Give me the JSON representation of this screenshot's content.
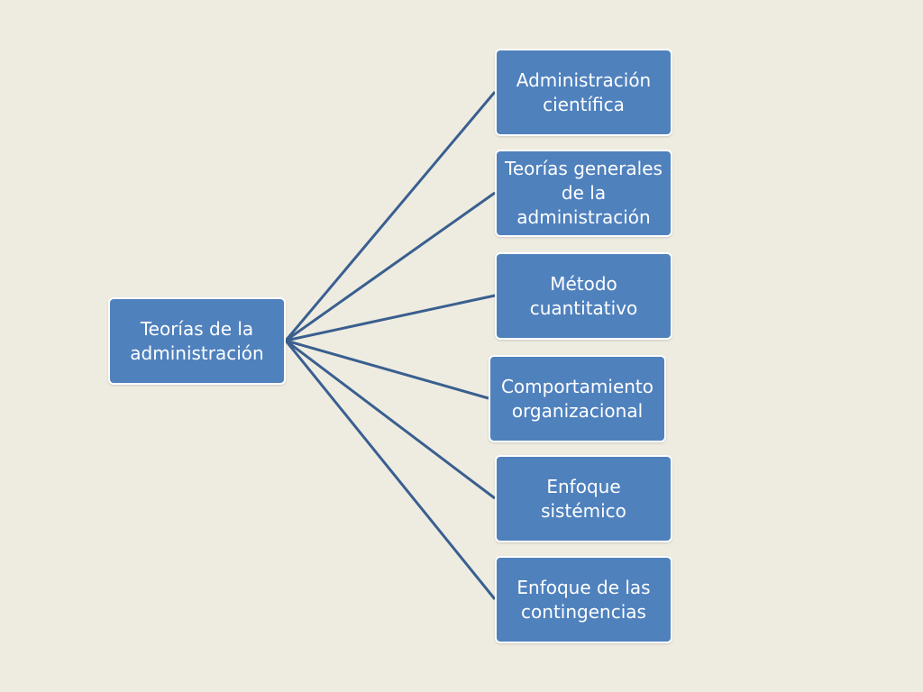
{
  "diagram": {
    "root": {
      "label": "Teorías de la\nadministración"
    },
    "children": [
      {
        "label": "Administración\ncientífica"
      },
      {
        "label": "Teorías generales\nde la\nadministración"
      },
      {
        "label": "Método\ncuantitativo"
      },
      {
        "label": "Comportamiento\norganizacional"
      },
      {
        "label": "Enfoque\nsistémico"
      },
      {
        "label": "Enfoque de las\ncontingencias"
      }
    ]
  },
  "colors": {
    "background": "#EEECE1",
    "node_fill": "#4F81BD",
    "node_border": "#FFFFFF",
    "connector": "#3A5F8F",
    "text": "#FFFFFF"
  }
}
